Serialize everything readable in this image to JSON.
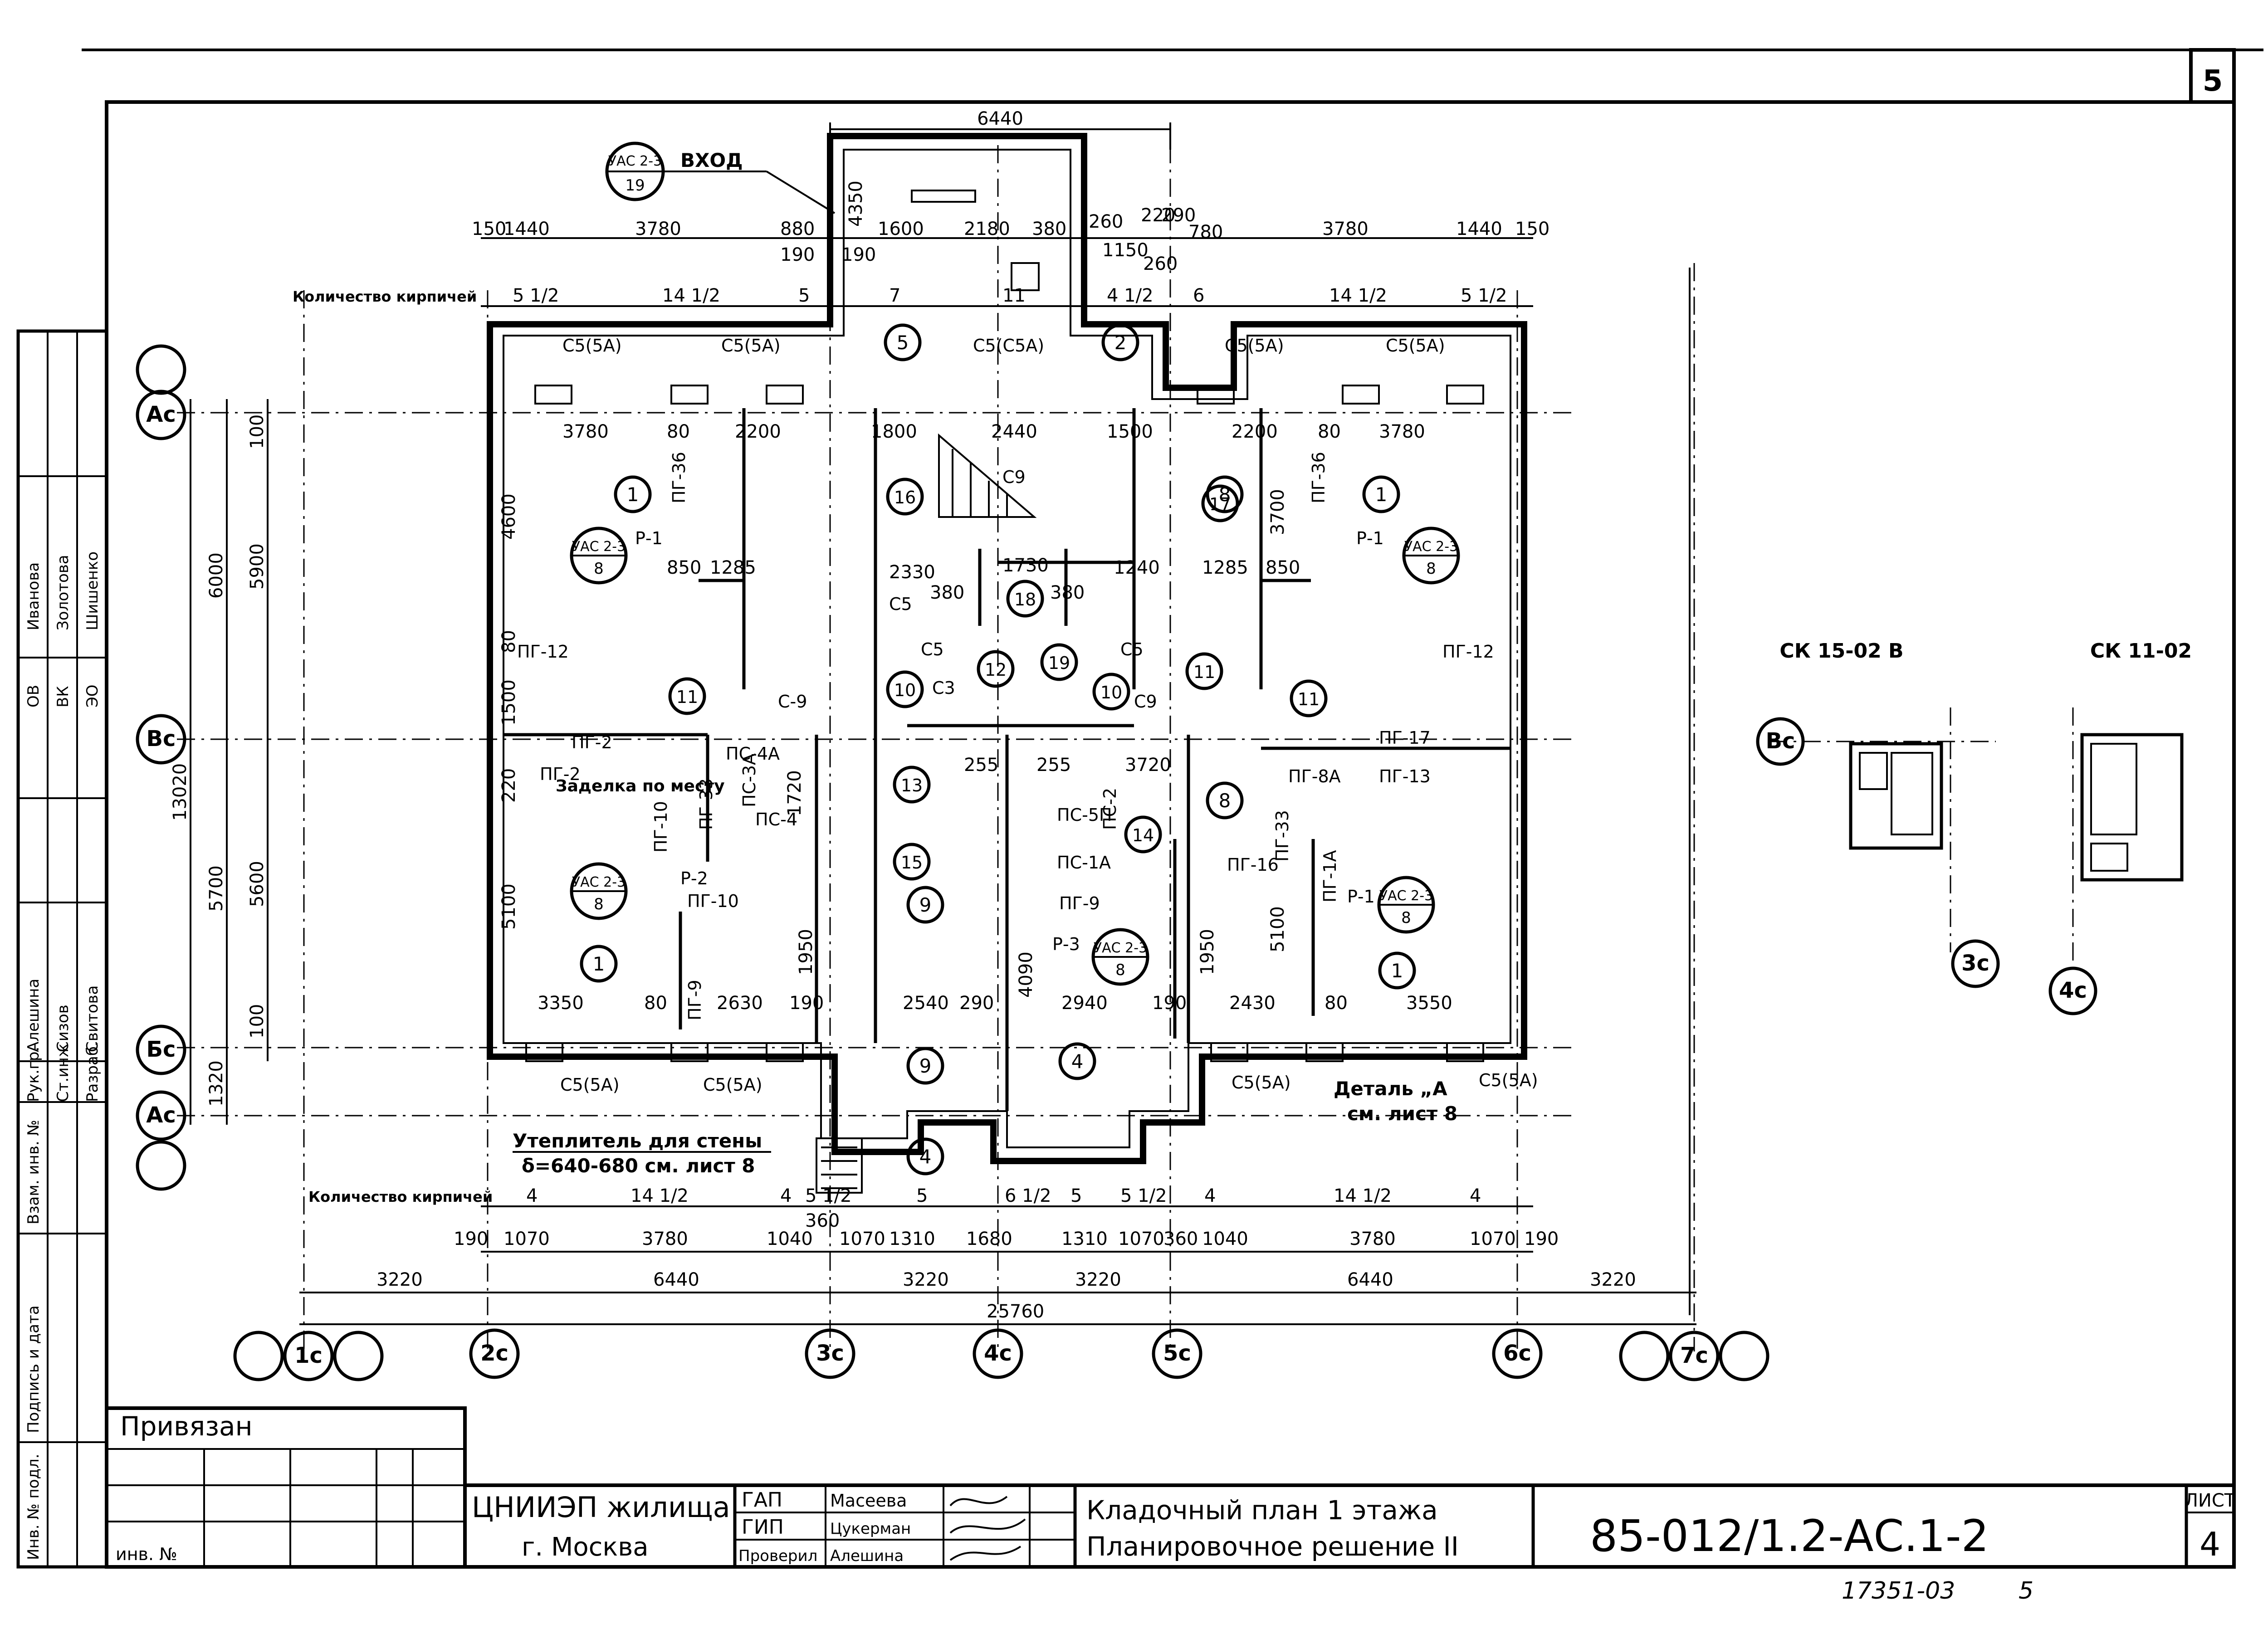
{
  "sheet_number": "5",
  "sheet": {
    "sheet_label": "ЛИСТ",
    "sheet_value": "4",
    "doc_code": "85-012/1.2-АС.1-2",
    "title_line1": "Кладочный план 1 этажа",
    "title_line2": "Планировочное решение II",
    "org_line1": "ЦНИИЭП жилища",
    "org_line2": "г. Москва",
    "roles": [
      {
        "role": "ГАП",
        "name": "Масеева"
      },
      {
        "role": "ГИП",
        "name": "Цукерман"
      },
      {
        "role": "Проверил",
        "name": "Алешина"
      }
    ],
    "tied_label": "Привязан",
    "inv_label": "инв. №",
    "footer_code": "17351-03",
    "footer_page": "5"
  },
  "side_stamp": {
    "rows": [
      {
        "role": "Рук.гр.",
        "name": "Алешина"
      },
      {
        "role": "Ст.инж",
        "name": "Сизов"
      },
      {
        "role": "Разраб.",
        "name": "Свитова"
      }
    ],
    "upper_rows": [
      {
        "code": "ОВ",
        "name": "Иванова"
      },
      {
        "code": "ВК",
        "name": "Золотова"
      },
      {
        "code": "ЭО",
        "name": "Шишенко"
      }
    ],
    "col_labels": [
      "Инв. № подл.",
      "Подпись и дата",
      "Взам. инв. №"
    ]
  },
  "axes": {
    "vertical_left": [
      "Ас",
      "Вс",
      "Бс",
      "Ас"
    ],
    "horizontal_bottom": [
      "1с",
      "2с",
      "3с",
      "4с",
      "5с",
      "6с",
      "7с"
    ],
    "right_details": [
      "Вс",
      "3с",
      "4с"
    ]
  },
  "top_dims": {
    "overall": "6440",
    "entry": "4350",
    "row1": [
      "150",
      "1440",
      "3780",
      "880",
      "1600",
      "2180",
      "380",
      "260",
      "220",
      "290",
      "780",
      "3780",
      "1440",
      "150"
    ],
    "row_small": [
      "190",
      "190",
      "1150",
      "260"
    ],
    "brick_label": "Количество кирпичей",
    "bricks": [
      "5 1/2",
      "14 1/2",
      "5",
      "7",
      "11",
      "4 1/2",
      "6",
      "14 1/2",
      "5 1/2"
    ]
  },
  "bottom_dims": {
    "brick_label": "Количество кирпичей",
    "bricks": [
      "4",
      "14 1/2",
      "4",
      "5 1/2",
      "5",
      "6 1/2",
      "5",
      "5 1/2",
      "4",
      "14 1/2",
      "4"
    ],
    "row1": [
      "190",
      "1070",
      "3780",
      "1040",
      "360",
      "1070",
      "1310",
      "1680",
      "1310",
      "1070",
      "360",
      "1040",
      "3780",
      "1070",
      "190"
    ],
    "row2": [
      "3220",
      "6440",
      "3220",
      "3220",
      "6440",
      "3220"
    ],
    "overall": "25760"
  },
  "left_dims": {
    "outer": "13020",
    "mid": [
      "6000",
      "5700",
      "1320"
    ],
    "inner": [
      "100",
      "5900",
      "5600",
      "100"
    ],
    "wall": [
      "4600",
      "80",
      "1500",
      "220",
      "5100"
    ]
  },
  "room_dims": [
    "3780",
    "80",
    "2200",
    "1800",
    "2440",
    "1500",
    "2200",
    "80",
    "3780",
    "3350",
    "80",
    "2630",
    "190",
    "2540",
    "290",
    "2940",
    "190",
    "2430",
    "80",
    "3550",
    "850",
    "1285",
    "1240",
    "1285",
    "850",
    "2330",
    "1730",
    "380",
    "380",
    "3700",
    "1950",
    "1950",
    "4090",
    "5100",
    "1720",
    "255",
    "255",
    "3720"
  ],
  "labels": {
    "entry_ref": "УАС 2-3",
    "entry_ref_num": "19",
    "entry": "ВХОД",
    "room_ref": "УАС 2-3",
    "room_ref_num": "8",
    "stair_marks": [
      "С9",
      "С5",
      "С5",
      "С5",
      "С-9",
      "С3",
      "С9"
    ],
    "panels": [
      "ПГ-36",
      "ПГ-36",
      "Р-1",
      "Р-1",
      "ПГ-12",
      "ПГ-12",
      "ПГ-2",
      "ПГ-2",
      "ПГ-17",
      "ПГ-13",
      "ПГ-10",
      "ПГ-9",
      "Р-2",
      "Р-3",
      "Р-1",
      "ПС-4А",
      "ПС-3А",
      "ПС-4",
      "ПС-5П",
      "ПС-2",
      "ПС-1А",
      "ПГ-9",
      "ПГ-10",
      "ПГ-16",
      "ПГ-8А",
      "ПГ-33",
      "ПГ-1А",
      "ПГ-33"
    ],
    "lintels": [
      "С5(5А)",
      "С5(5А)",
      "С5(С5А)",
      "С5(5А)",
      "С5(5А)",
      "С5(5А)",
      "С5(5А)",
      "С5(5А)",
      "С5(5А)"
    ],
    "note_seal": "Заделка по месту",
    "note_insul1": "Утеплитель для стены",
    "note_insul2": "δ=640-680 см. лист 8",
    "note_detail1": "Деталь „А",
    "note_detail2": "см. лист 8",
    "bubbles": [
      "1",
      "1",
      "1",
      "1",
      "2",
      "4",
      "4",
      "5",
      "8",
      "8",
      "9",
      "9",
      "10",
      "10",
      "11",
      "11",
      "11",
      "12",
      "13",
      "14",
      "15",
      "16",
      "17",
      "18",
      "19"
    ],
    "detail_titles": [
      "СК 15-02 В",
      "СК 11-02"
    ]
  }
}
